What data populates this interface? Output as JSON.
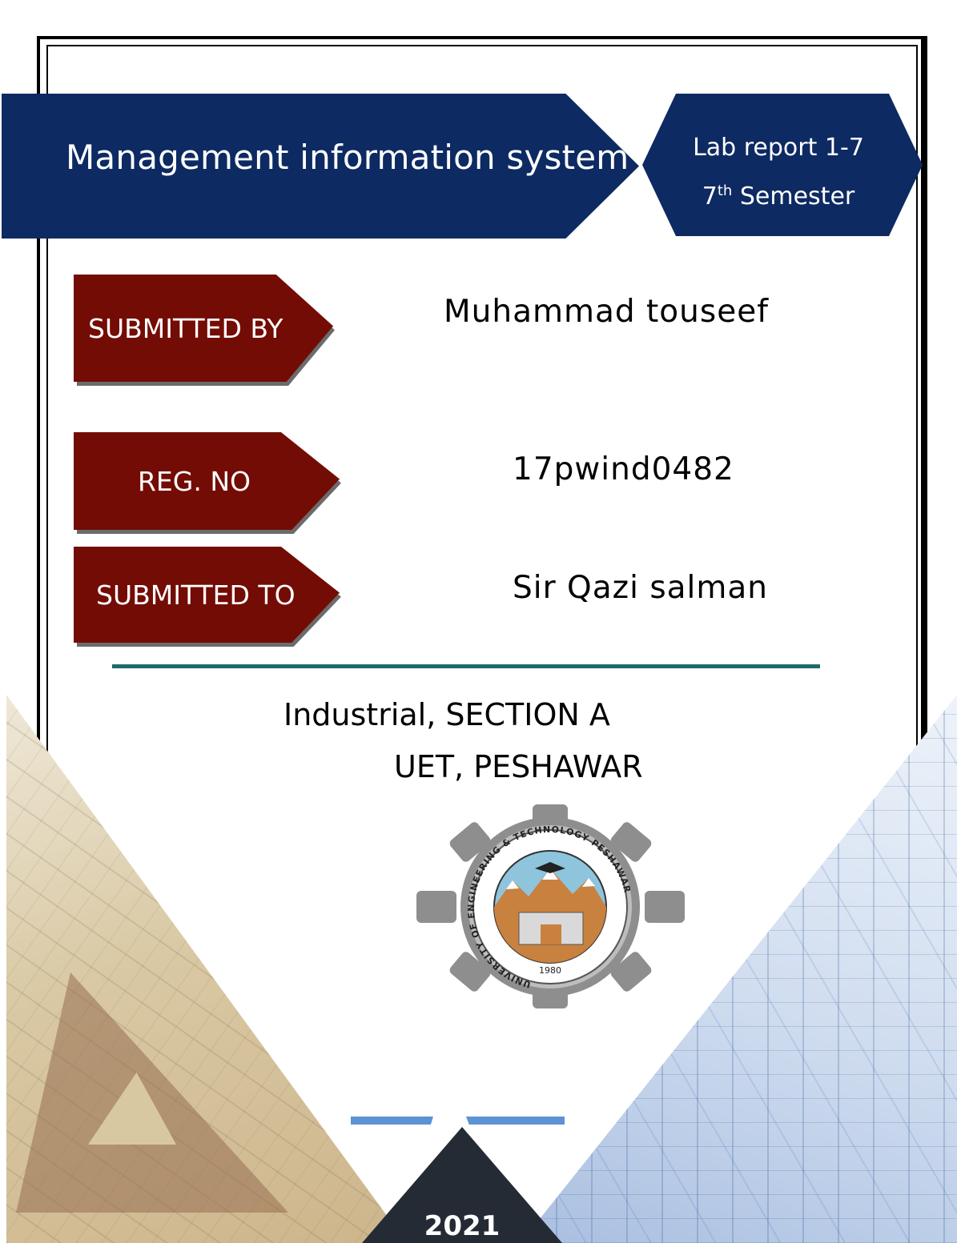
{
  "header": {
    "title": "Management information system",
    "lab_report": "Lab report 1-7",
    "semester_num": "7",
    "semester_sup": "th",
    "semester_word": " Semester"
  },
  "submission": {
    "submitted_by_label": "SUBMITTED BY",
    "submitted_by_value": "Muhammad touseef",
    "reg_no_label": "REG. NO",
    "reg_no_value": "17pwind0482",
    "submitted_to_label": "SUBMITTED TO",
    "submitted_to_value": "Sir Qazi salman"
  },
  "institution": {
    "department_section": "Industrial, SECTION A",
    "university_city": "UET, PESHAWAR"
  },
  "logo": {
    "ring_text": "UNIVERSITY OF ENGINEERING & TECHNOLOGY PESHAWAR",
    "year": "1980"
  },
  "footer": {
    "year": "2021"
  },
  "colors": {
    "navy": "#0d2a62",
    "maroon": "#730c05",
    "teal": "#1d6b6b",
    "accent_blue": "#5b93d3",
    "dark_slate": "#252b35"
  }
}
